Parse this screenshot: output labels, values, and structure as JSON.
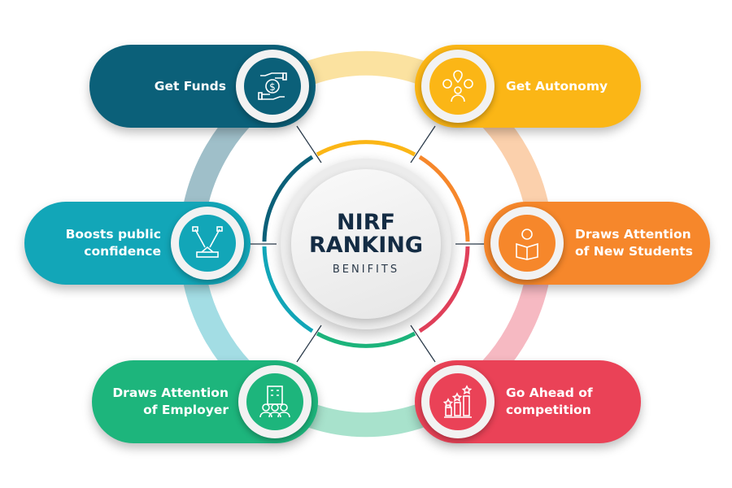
{
  "center": {
    "title_line1": "NIRF",
    "title_line2": "RANKING",
    "subtitle": "BENIFITS"
  },
  "benefits": [
    {
      "label": "Get Funds",
      "icon": "money-hands-icon",
      "color": "#0b6079"
    },
    {
      "label": "Get Autonomy",
      "icon": "team-settings-icon",
      "color": "#fbb616"
    },
    {
      "label": "Boosts public confidence",
      "icon": "spotlight-stage-icon",
      "color": "#12a6b8"
    },
    {
      "label": "Draws Attention of New Students",
      "icon": "student-reading-icon",
      "color": "#f6872b"
    },
    {
      "label": "Draws Attention of Employer",
      "icon": "office-people-icon",
      "color": "#1db57c"
    },
    {
      "label": "Go Ahead of competition",
      "icon": "growth-stars-icon",
      "color": "#ea4257"
    }
  ]
}
